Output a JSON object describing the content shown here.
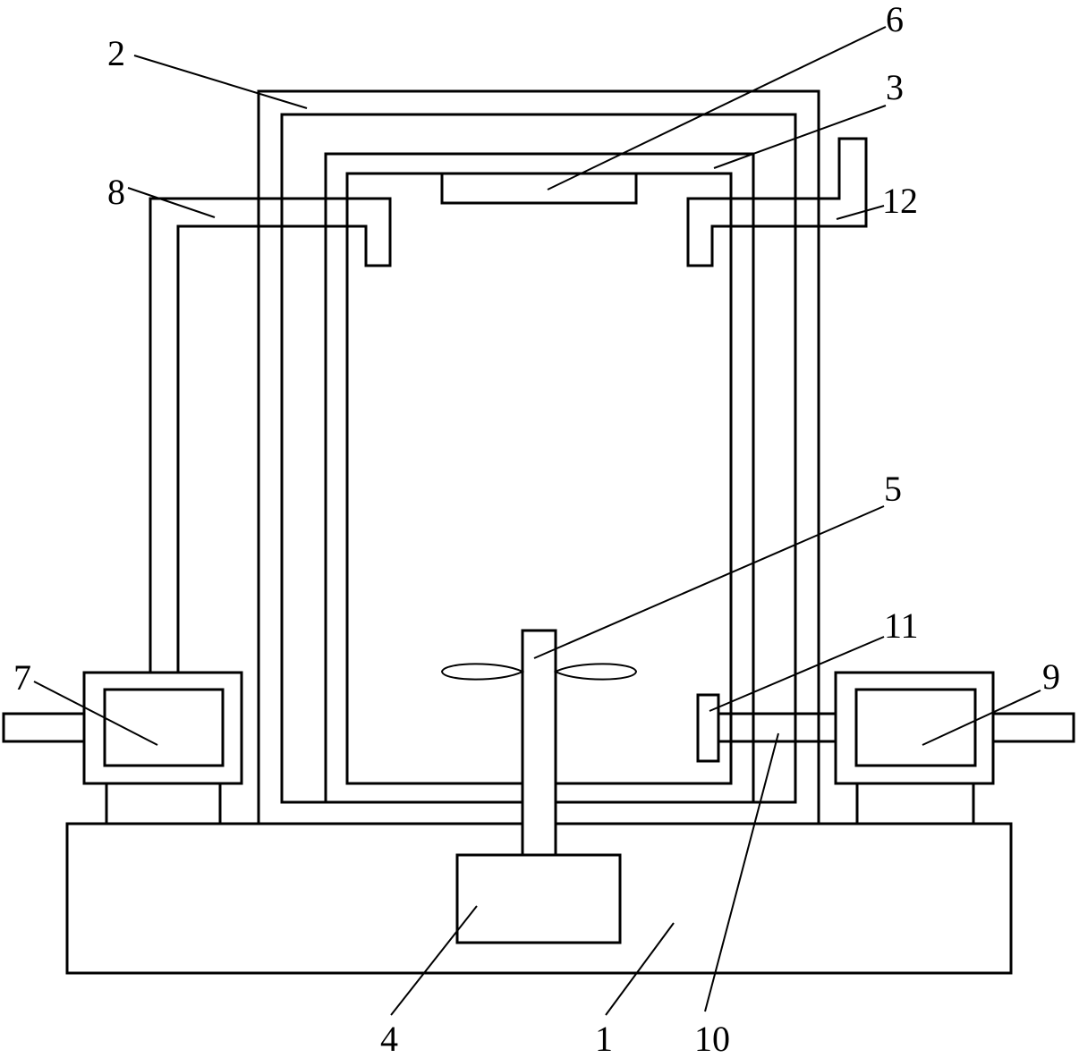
{
  "labels": {
    "l1": "1",
    "l2": "2",
    "l3": "3",
    "l4": "4",
    "l5": "5",
    "l6": "6",
    "l7": "7",
    "l8": "8",
    "l9": "9",
    "l10": "10",
    "l11": "11",
    "l12": "12"
  },
  "colors": {
    "line": "#000000",
    "background": "#ffffff"
  }
}
